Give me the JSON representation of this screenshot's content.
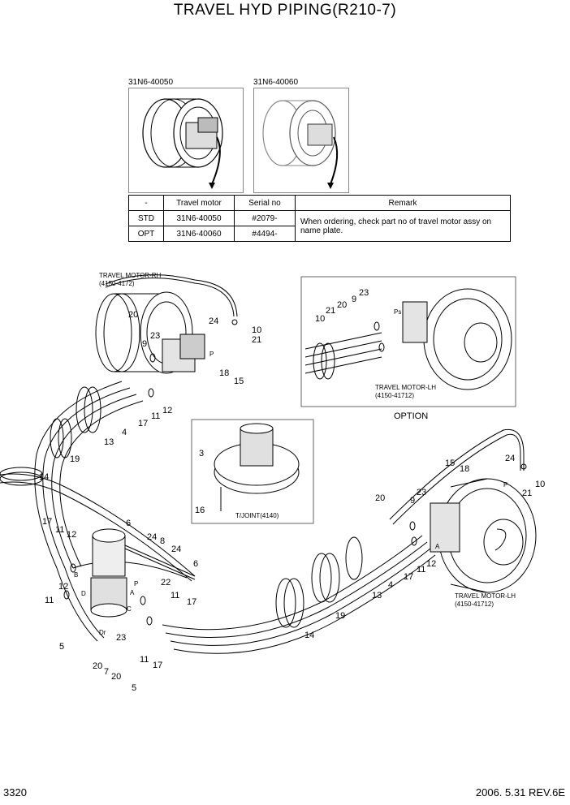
{
  "title": "TRAVEL HYD PIPING(R210-7)",
  "thumbs": [
    {
      "part_no": "31N6-40050"
    },
    {
      "part_no": "31N6-40060"
    }
  ],
  "table": {
    "headers": [
      "-",
      "Travel motor",
      "Serial no",
      "Remark"
    ],
    "rows": [
      {
        "type": "STD",
        "motor": "31N6-40050",
        "serial": "#2079-"
      },
      {
        "type": "OPT",
        "motor": "31N6-40060",
        "serial": "#4494-"
      }
    ],
    "remark": "When ordering, check part no of travel motor assy on name plate."
  },
  "labels": {
    "motor_rh": "TRAVEL MOTOR-RH",
    "motor_rh_code": "(4150-4172)",
    "motor_lh_option": "TRAVEL MOTOR-LH",
    "motor_lh_option_code": "(4150-41712)",
    "option": "OPTION",
    "motor_lh": "TRAVEL MOTOR-LH",
    "motor_lh_code": "(4150-41712)",
    "tjoint": "T/JOINT(4140)"
  },
  "callouts": [
    "20",
    "24",
    "10",
    "21",
    "23",
    "9",
    "P",
    "18",
    "15",
    "12",
    "11",
    "17",
    "4",
    "13",
    "19",
    "14",
    "3",
    "16",
    "9",
    "23",
    "21",
    "20",
    "10",
    "15",
    "18",
    "24",
    "10",
    "21",
    "20",
    "9",
    "23",
    "12",
    "11",
    "17",
    "4",
    "13",
    "19",
    "14",
    "6",
    "24",
    "8",
    "24",
    "17",
    "12",
    "11",
    "12",
    "11",
    "22",
    "6",
    "11",
    "17",
    "23",
    "20",
    "7",
    "20",
    "5",
    "5",
    "11",
    "17"
  ],
  "small_marks": [
    "B",
    "D",
    "A",
    "C",
    "P",
    "Dr",
    "A",
    "P",
    "Ps"
  ],
  "footer": {
    "page": "3320",
    "date_rev": "2006. 5.31  REV.6E"
  }
}
